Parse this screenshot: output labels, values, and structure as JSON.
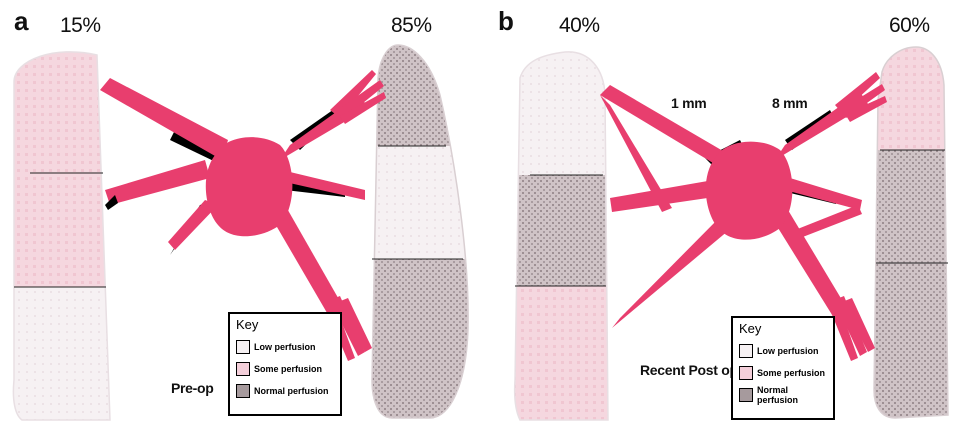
{
  "colors": {
    "vessel": "#e83e6e",
    "low": "#f4eff1",
    "some": "#f4d5dd",
    "normal": "#c6b8bb",
    "black": "#000000"
  },
  "panel_a": {
    "letter": "a",
    "left_percent": "15%",
    "right_percent": "85%",
    "stage_label": "Pre-op",
    "left_flap_zones": [
      "some",
      "some",
      "low"
    ],
    "right_flap_zones": [
      "normal",
      "low",
      "normal"
    ]
  },
  "panel_b": {
    "letter": "b",
    "left_percent": "40%",
    "right_percent": "60%",
    "stage_label": "Recent Post op",
    "measure_left": "1 mm",
    "measure_right": "8 mm",
    "left_flap_zones": [
      "low",
      "normal",
      "some"
    ],
    "right_flap_zones": [
      "some",
      "normal",
      "normal"
    ]
  },
  "key": {
    "title": "Key",
    "items": [
      {
        "label": "Low perfusion",
        "swatch": "low"
      },
      {
        "label": "Some perfusion",
        "swatch": "some"
      },
      {
        "label": "Normal perfusion",
        "swatch": "normal"
      }
    ]
  }
}
